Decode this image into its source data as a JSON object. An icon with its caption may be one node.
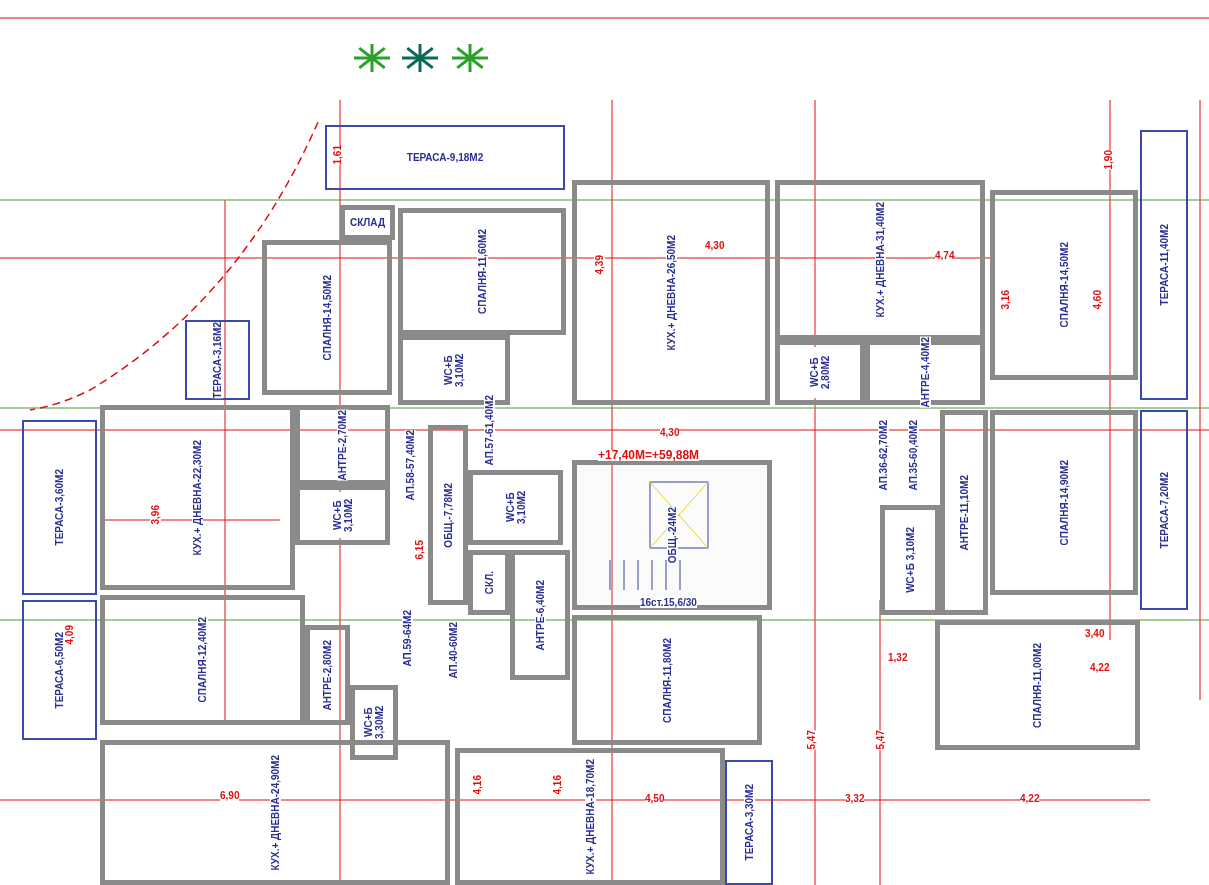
{
  "diagram": {
    "nodes": [
      {
        "text": [
          "ТЕРАСА-9,18М2"
        ]
      },
      {
        "text": [
          "СКЛАД"
        ]
      },
      {
        "text": [
          "СПАЛНЯ-14,50М2"
        ]
      },
      {
        "text": [
          "ТЕРАСА-3,16М2"
        ]
      },
      {
        "text": [
          "СПАЛНЯ-11,60М2"
        ]
      },
      {
        "text": [
          "WC+Б 3,10М2"
        ]
      },
      {
        "text": [
          "КУХ.+ ДНЕВНА-26,50М2"
        ]
      },
      {
        "text": [
          "КУХ.+ ДНЕВНА-31,40М2"
        ]
      },
      {
        "text": [
          "WC+Б 2,80М2"
        ]
      },
      {
        "text": [
          "АНТРЕ-4,40М2"
        ]
      },
      {
        "text": [
          "СПАЛНЯ-14,50М2"
        ]
      },
      {
        "text": [
          "ТЕРАСА-11,40М2"
        ]
      },
      {
        "text": [
          "ТЕРАСА-3,60М2"
        ]
      },
      {
        "text": [
          "КУХ.+ ДНЕВНА-22,30М2"
        ]
      },
      {
        "text": [
          "АНТРЕ-2,70М2"
        ]
      },
      {
        "text": [
          "WC+Б 3,10М2"
        ]
      },
      {
        "text": [
          "ОБЩ.-7,78М2"
        ]
      },
      {
        "text": [
          "WC+Б 3,10М2"
        ]
      },
      {
        "text": [
          "СКЛ."
        ]
      },
      {
        "text": [
          "АНТРЕ-6,40М2"
        ]
      },
      {
        "text": [
          "ОБЩ.-24М2"
        ]
      },
      {
        "text": [
          "АНТРЕ-11,10М2"
        ]
      },
      {
        "text": [
          "WC+Б 3,10М2"
        ]
      },
      {
        "text": [
          "СПАЛНЯ-14,90М2"
        ]
      },
      {
        "text": [
          "ТЕРАСА-7,20М2"
        ]
      },
      {
        "text": [
          "ТЕРАСА-6,50М2"
        ]
      },
      {
        "text": [
          "СПАЛНЯ-12,40М2"
        ]
      },
      {
        "text": [
          "АНТРЕ-2,80М2"
        ]
      },
      {
        "text": [
          "WC+Б 3,30М2"
        ]
      },
      {
        "text": [
          "СПАЛНЯ-11,80М2"
        ]
      },
      {
        "text": [
          "СПАЛНЯ-11,00М2"
        ]
      },
      {
        "text": [
          "КУХ.+ ДНЕВНА-24,90М2"
        ]
      },
      {
        "text": [
          "КУХ.+ ДНЕВНА-18,70М2"
        ]
      },
      {
        "text": [
          "ТЕРАСА-3,30М2"
        ]
      }
    ],
    "edges": [],
    "labels": [
      "АП.57-61,40М2",
      "АП.58-57,40М2",
      "АП.36-62,70М2",
      "АП.35-60,40М2",
      "+17,40М=+59,88М",
      "АП.59-64М2",
      "АП.40-60М2",
      "16ст.15,6/30",
      "1,61",
      "4,30",
      "4,74",
      "3,16",
      "4,60",
      "1,90",
      "4,39",
      "3,96",
      "6,15",
      "4,30",
      "4,09",
      "1,32",
      "3,40",
      "4,22",
      "6,90",
      "4,16",
      "4,16",
      "4,50",
      "5,47",
      "5,47",
      "3,32",
      "4,22"
    ]
  }
}
